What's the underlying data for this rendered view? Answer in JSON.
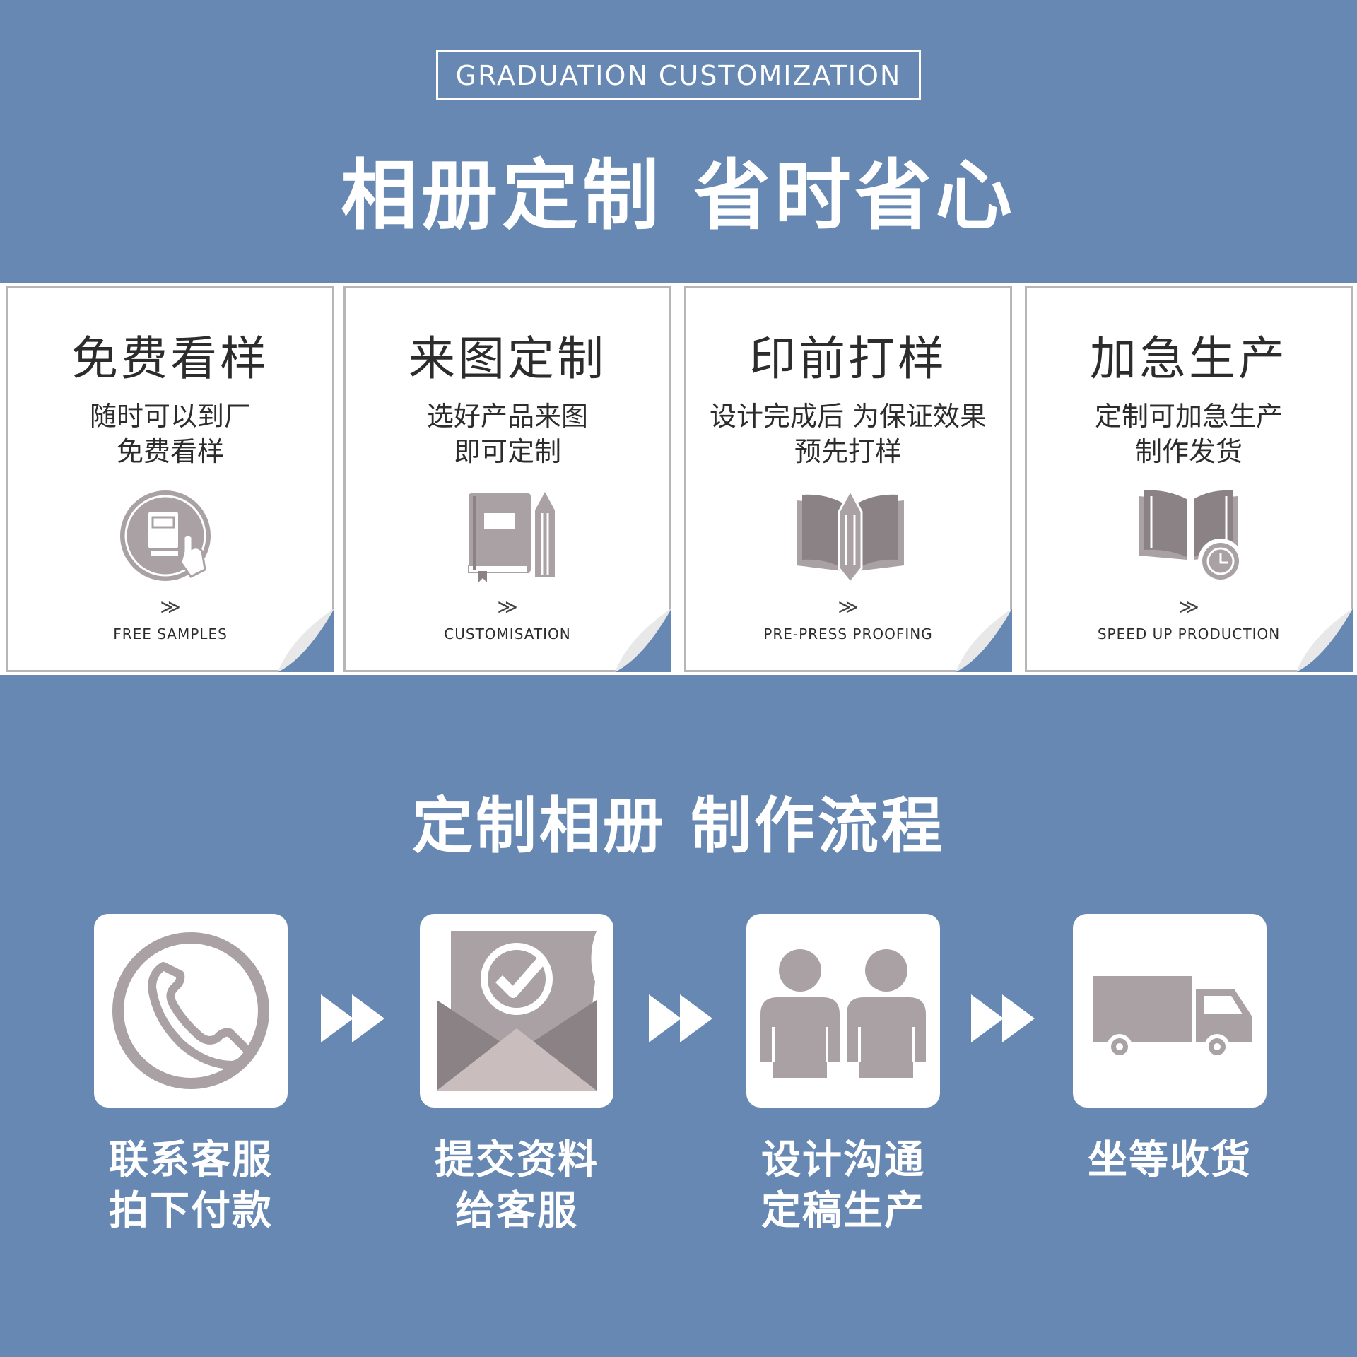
{
  "header": {
    "tag": "GRADUATION CUSTOMIZATION",
    "title": "相册定制 省时省心"
  },
  "features": [
    {
      "title": "免费看样",
      "desc": [
        "随时可以到厂",
        "免费看样"
      ],
      "en": "FREE SAMPLES",
      "icon": "touch-book-icon"
    },
    {
      "title": "来图定制",
      "desc": [
        "选好产品来图",
        "即可定制"
      ],
      "en": "CUSTOMISATION",
      "icon": "notebook-pencil-icon"
    },
    {
      "title": "印前打样",
      "desc": [
        "设计完成后 为保证效果",
        "预先打样"
      ],
      "en": "PRE-PRESS PROOFING",
      "icon": "open-book-pencil-icon"
    },
    {
      "title": "加急生产",
      "desc": [
        "定制可加急生产",
        "制作发货"
      ],
      "en": "SPEED UP PRODUCTION",
      "icon": "book-clock-icon"
    }
  ],
  "process": {
    "title": "定制相册 制作流程",
    "steps": [
      {
        "label": [
          "联系客服",
          "拍下付款"
        ],
        "icon": "phone-icon"
      },
      {
        "label": [
          "提交资料",
          "给客服"
        ],
        "icon": "envelope-check-icon"
      },
      {
        "label": [
          "设计沟通",
          "定稿生产"
        ],
        "icon": "people-icon"
      },
      {
        "label": [
          "坐等收货"
        ],
        "icon": "truck-icon"
      }
    ]
  },
  "colors": {
    "background": "#6688b3",
    "icon_gray": "#a9a1a3",
    "icon_dark": "#8a8284",
    "text": "#2c2c2c"
  }
}
